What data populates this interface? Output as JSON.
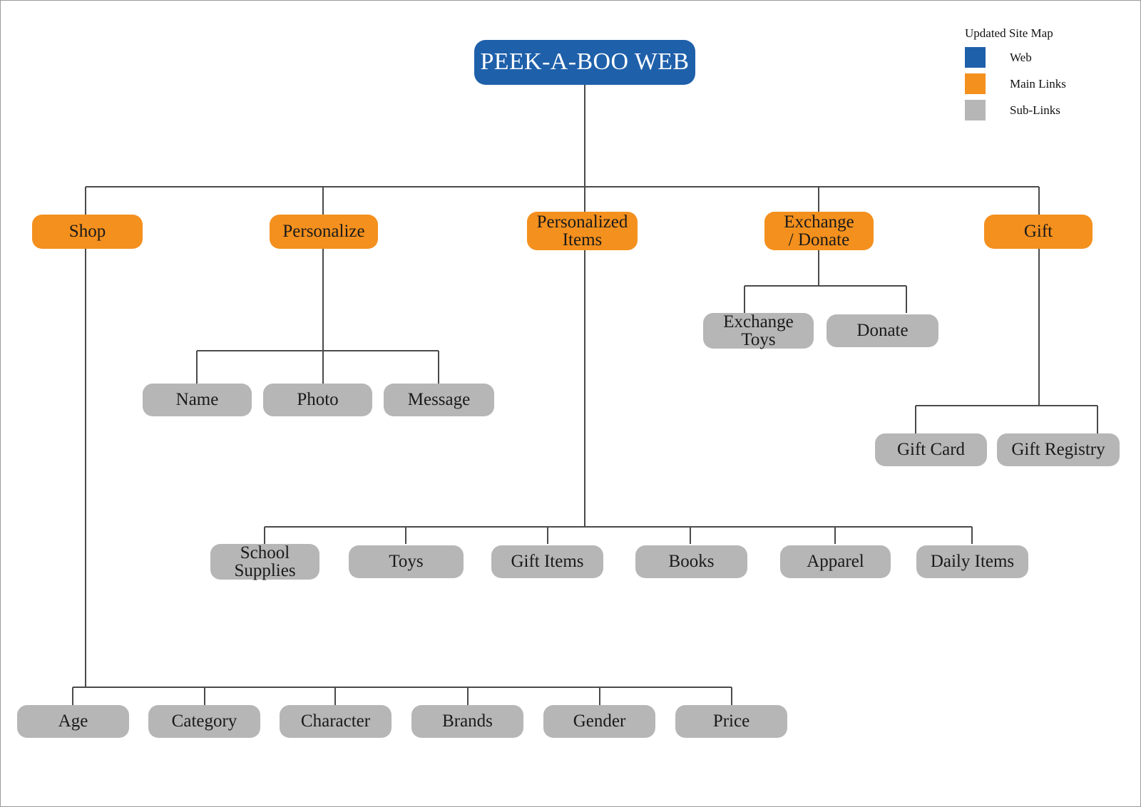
{
  "diagram": {
    "title": "PEEK-A-BOO WEB",
    "type": "site-map-tree"
  },
  "legend": {
    "title": "Updated Site Map",
    "items": [
      {
        "label": "Web",
        "color": "#1f60aa",
        "swatch": "web-swatch"
      },
      {
        "label": "Main Links",
        "color": "#f4901e",
        "swatch": "main-links-swatch"
      },
      {
        "label": "Sub-Links",
        "color": "#b6b6b6",
        "swatch": "sub-links-swatch"
      }
    ]
  },
  "nodes": {
    "root": {
      "label": "PEEK-A-BOO WEB",
      "level": "web"
    },
    "main": [
      {
        "label": "Shop",
        "level": "main"
      },
      {
        "label": "Personalize",
        "level": "main"
      },
      {
        "label": "Personalized\nItems",
        "level": "main"
      },
      {
        "label": "Exchange\n/ Donate",
        "level": "main"
      },
      {
        "label": "Gift",
        "level": "main"
      }
    ],
    "personalize_children": [
      {
        "label": "Name",
        "level": "sub"
      },
      {
        "label": "Photo",
        "level": "sub"
      },
      {
        "label": "Message",
        "level": "sub"
      }
    ],
    "exchange_children": [
      {
        "label": "Exchange\nToys",
        "level": "sub"
      },
      {
        "label": "Donate",
        "level": "sub"
      }
    ],
    "gift_children": [
      {
        "label": "Gift Card",
        "level": "sub"
      },
      {
        "label": "Gift Registry",
        "level": "sub"
      }
    ],
    "personalized_items_children": [
      {
        "label": "School\nSupplies",
        "level": "sub"
      },
      {
        "label": "Toys",
        "level": "sub"
      },
      {
        "label": "Gift Items",
        "level": "sub"
      },
      {
        "label": "Books",
        "level": "sub"
      },
      {
        "label": "Apparel",
        "level": "sub"
      },
      {
        "label": "Daily Items",
        "level": "sub"
      }
    ],
    "shop_children": [
      {
        "label": "Age",
        "level": "sub"
      },
      {
        "label": "Category",
        "level": "sub"
      },
      {
        "label": "Character",
        "level": "sub"
      },
      {
        "label": "Brands",
        "level": "sub"
      },
      {
        "label": "Gender",
        "level": "sub"
      },
      {
        "label": "Price",
        "level": "sub"
      }
    ]
  }
}
